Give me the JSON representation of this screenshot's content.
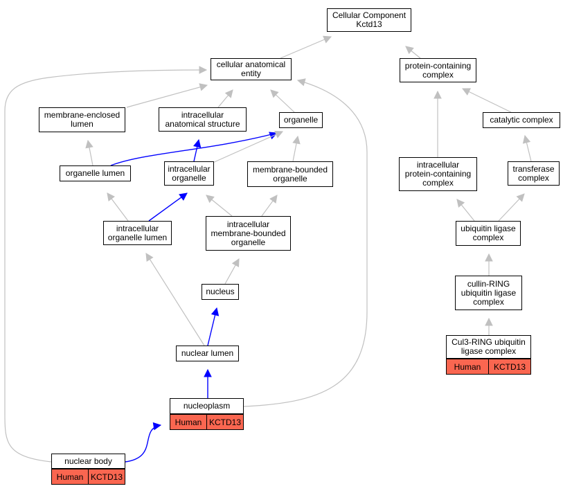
{
  "colors": {
    "edge_gray": "#c0c0c0",
    "edge_blue": "#0000ff",
    "annotation_fill": "#fa6650",
    "node_border": "#000000"
  },
  "nodes": {
    "root": "Cellular Component\nKctd13",
    "cae": "cellular anatomical\nentity",
    "pcc": "protein-containing\ncomplex",
    "mel": "membrane-enclosed\nlumen",
    "ias": "intracellular\nanatomical structure",
    "org": "organelle",
    "cat": "catalytic complex",
    "olu": "organelle lumen",
    "ior": "intracellular\norganelle",
    "mbo": "membrane-bounded\norganelle",
    "ipc": "intracellular\nprotein-containing\ncomplex",
    "trf": "transferase\ncomplex",
    "iol": "intracellular\norganelle lumen",
    "imb": "intracellular\nmembrane-bounded\norganelle",
    "ulc": "ubiquitin ligase\ncomplex",
    "nuc": "nucleus",
    "crl": "cullin-RING\nubiquitin ligase\ncomplex",
    "nlu": "nuclear lumen",
    "c3r": "Cul3-RING ubiquitin\nligase complex",
    "npl": "nucleoplasm",
    "nbo": "nuclear body"
  },
  "annotations": {
    "c3r": {
      "species": "Human",
      "gene": "KCTD13"
    },
    "npl": {
      "species": "Human",
      "gene": "KCTD13"
    },
    "nbo": {
      "species": "Human",
      "gene": "KCTD13"
    }
  },
  "edges": [
    {
      "from": "cae",
      "to": "root",
      "color": "gray"
    },
    {
      "from": "pcc",
      "to": "root",
      "color": "gray"
    },
    {
      "from": "mel",
      "to": "cae",
      "color": "gray"
    },
    {
      "from": "ias",
      "to": "cae",
      "color": "gray"
    },
    {
      "from": "org",
      "to": "cae",
      "color": "gray"
    },
    {
      "from": "cat",
      "to": "pcc",
      "color": "gray"
    },
    {
      "from": "ipc",
      "to": "pcc",
      "color": "gray"
    },
    {
      "from": "trf",
      "to": "cat",
      "color": "gray"
    },
    {
      "from": "olu",
      "to": "mel",
      "color": "gray"
    },
    {
      "from": "olu",
      "to": "org",
      "color": "blue"
    },
    {
      "from": "ior",
      "to": "ias",
      "color": "blue"
    },
    {
      "from": "ior",
      "to": "org",
      "color": "gray"
    },
    {
      "from": "mbo",
      "to": "org",
      "color": "gray"
    },
    {
      "from": "iol",
      "to": "olu",
      "color": "gray"
    },
    {
      "from": "iol",
      "to": "ior",
      "color": "blue"
    },
    {
      "from": "imb",
      "to": "ior",
      "color": "gray"
    },
    {
      "from": "imb",
      "to": "mbo",
      "color": "gray"
    },
    {
      "from": "ulc",
      "to": "ipc",
      "color": "gray"
    },
    {
      "from": "ulc",
      "to": "trf",
      "color": "gray"
    },
    {
      "from": "crl",
      "to": "ulc",
      "color": "gray"
    },
    {
      "from": "c3r",
      "to": "crl",
      "color": "gray"
    },
    {
      "from": "nuc",
      "to": "imb",
      "color": "gray"
    },
    {
      "from": "nlu",
      "to": "nuc",
      "color": "blue"
    },
    {
      "from": "nlu",
      "to": "iol",
      "color": "gray"
    },
    {
      "from": "npl",
      "to": "nlu",
      "color": "blue"
    },
    {
      "from": "npl",
      "to": "cae",
      "color": "gray"
    },
    {
      "from": "nbo",
      "to": "cae",
      "color": "gray"
    },
    {
      "from": "nbo",
      "to": "npl",
      "color": "blue"
    }
  ]
}
